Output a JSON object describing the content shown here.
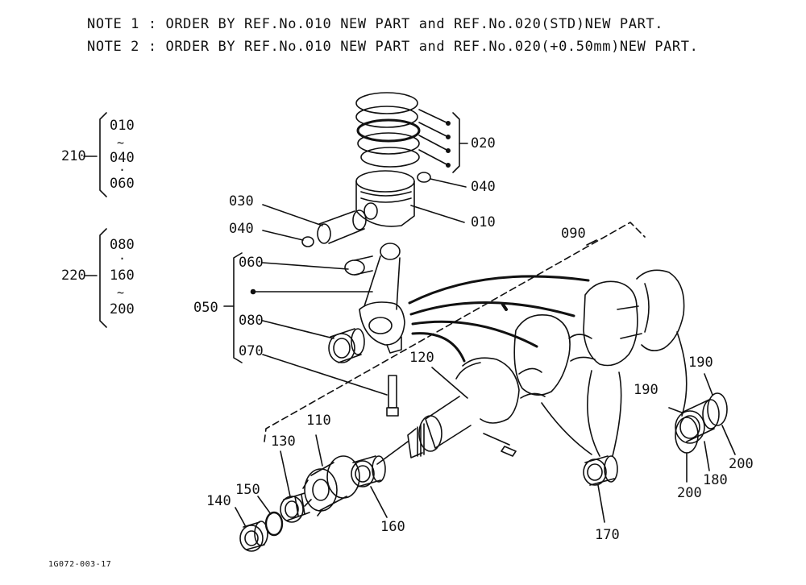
{
  "notes": {
    "note1": "NOTE 1 : ORDER BY REF.No.010 NEW PART and REF.No.020(STD)NEW PART.",
    "note2": "NOTE 2 : ORDER BY REF.No.010 NEW PART and REF.No.020(+0.50mm)NEW PART."
  },
  "groups": {
    "g210": {
      "ref": "210",
      "items": [
        "010",
        "040",
        "060"
      ],
      "sep1": "~",
      "sep2": "·"
    },
    "g220": {
      "ref": "220",
      "items": [
        "080",
        "160",
        "200"
      ],
      "sep1": "·",
      "sep2": "~"
    }
  },
  "refs": {
    "r020": "020",
    "r040a": "040",
    "r010": "010",
    "r030": "030",
    "r040b": "040",
    "r060": "060",
    "r050": "050",
    "r080": "080",
    "r070": "070",
    "r090": "090",
    "r120": "120",
    "r110": "110",
    "r130": "130",
    "r150": "150",
    "r140": "140",
    "r160": "160",
    "r170": "170",
    "r190a": "190",
    "r190b": "190",
    "r200a": "200",
    "r180": "180",
    "r200b": "200"
  },
  "drawing_code": "1G072-003-17"
}
